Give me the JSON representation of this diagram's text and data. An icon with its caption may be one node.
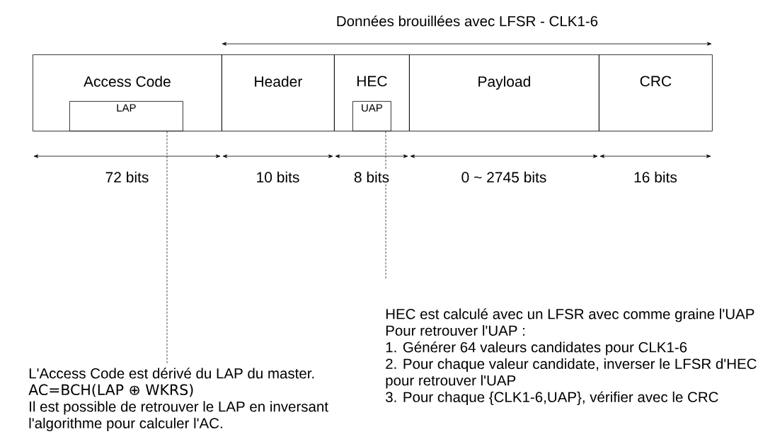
{
  "diagram": {
    "nodes": [
      {
        "text": [
          "Access Code"
        ]
      },
      {
        "text": [
          "LAP"
        ],
        "in": 0
      },
      {
        "text": [
          "Header"
        ]
      },
      {
        "text": [
          "HEC"
        ]
      },
      {
        "text": [
          "UAP"
        ],
        "in": 3
      },
      {
        "text": [
          "Payload"
        ]
      },
      {
        "text": [
          "CRC"
        ]
      },
      {
        "text": [
          "L'Access Code est dérivé du LAP du master.",
          "AC=BCH(LAP ⊕ WKRS)",
          "Il est possible de retrouver le LAP en inversant l'algorithme pour calculer l'AC."
        ]
      },
      {
        "text": [
          "HEC est calculé avec un LFSR avec comme graine l'UAP",
          "Pour retrouver l'UAP :",
          "1. Générer 64 valeurs candidates pour CLK1-6",
          "2. Pour chaque valeur candidate, inverser le LFSR d'HEC pour retrouver l'UAP",
          "3. Pour chaque {CLK1-6,UAP}, vérifier avec le CRC"
        ]
      }
    ],
    "edges": [
      {
        "from": 1,
        "to": 7,
        "arrow": "none",
        "style": "dashed"
      },
      {
        "from": 4,
        "to": 8,
        "arrow": "none",
        "style": "dashed"
      }
    ],
    "labels": [
      "Données brouillées avec LFSR - CLK1-6",
      "72 bits",
      "10 bits",
      "8 bits",
      "0 ~ 2745 bits",
      "16 bits"
    ]
  }
}
